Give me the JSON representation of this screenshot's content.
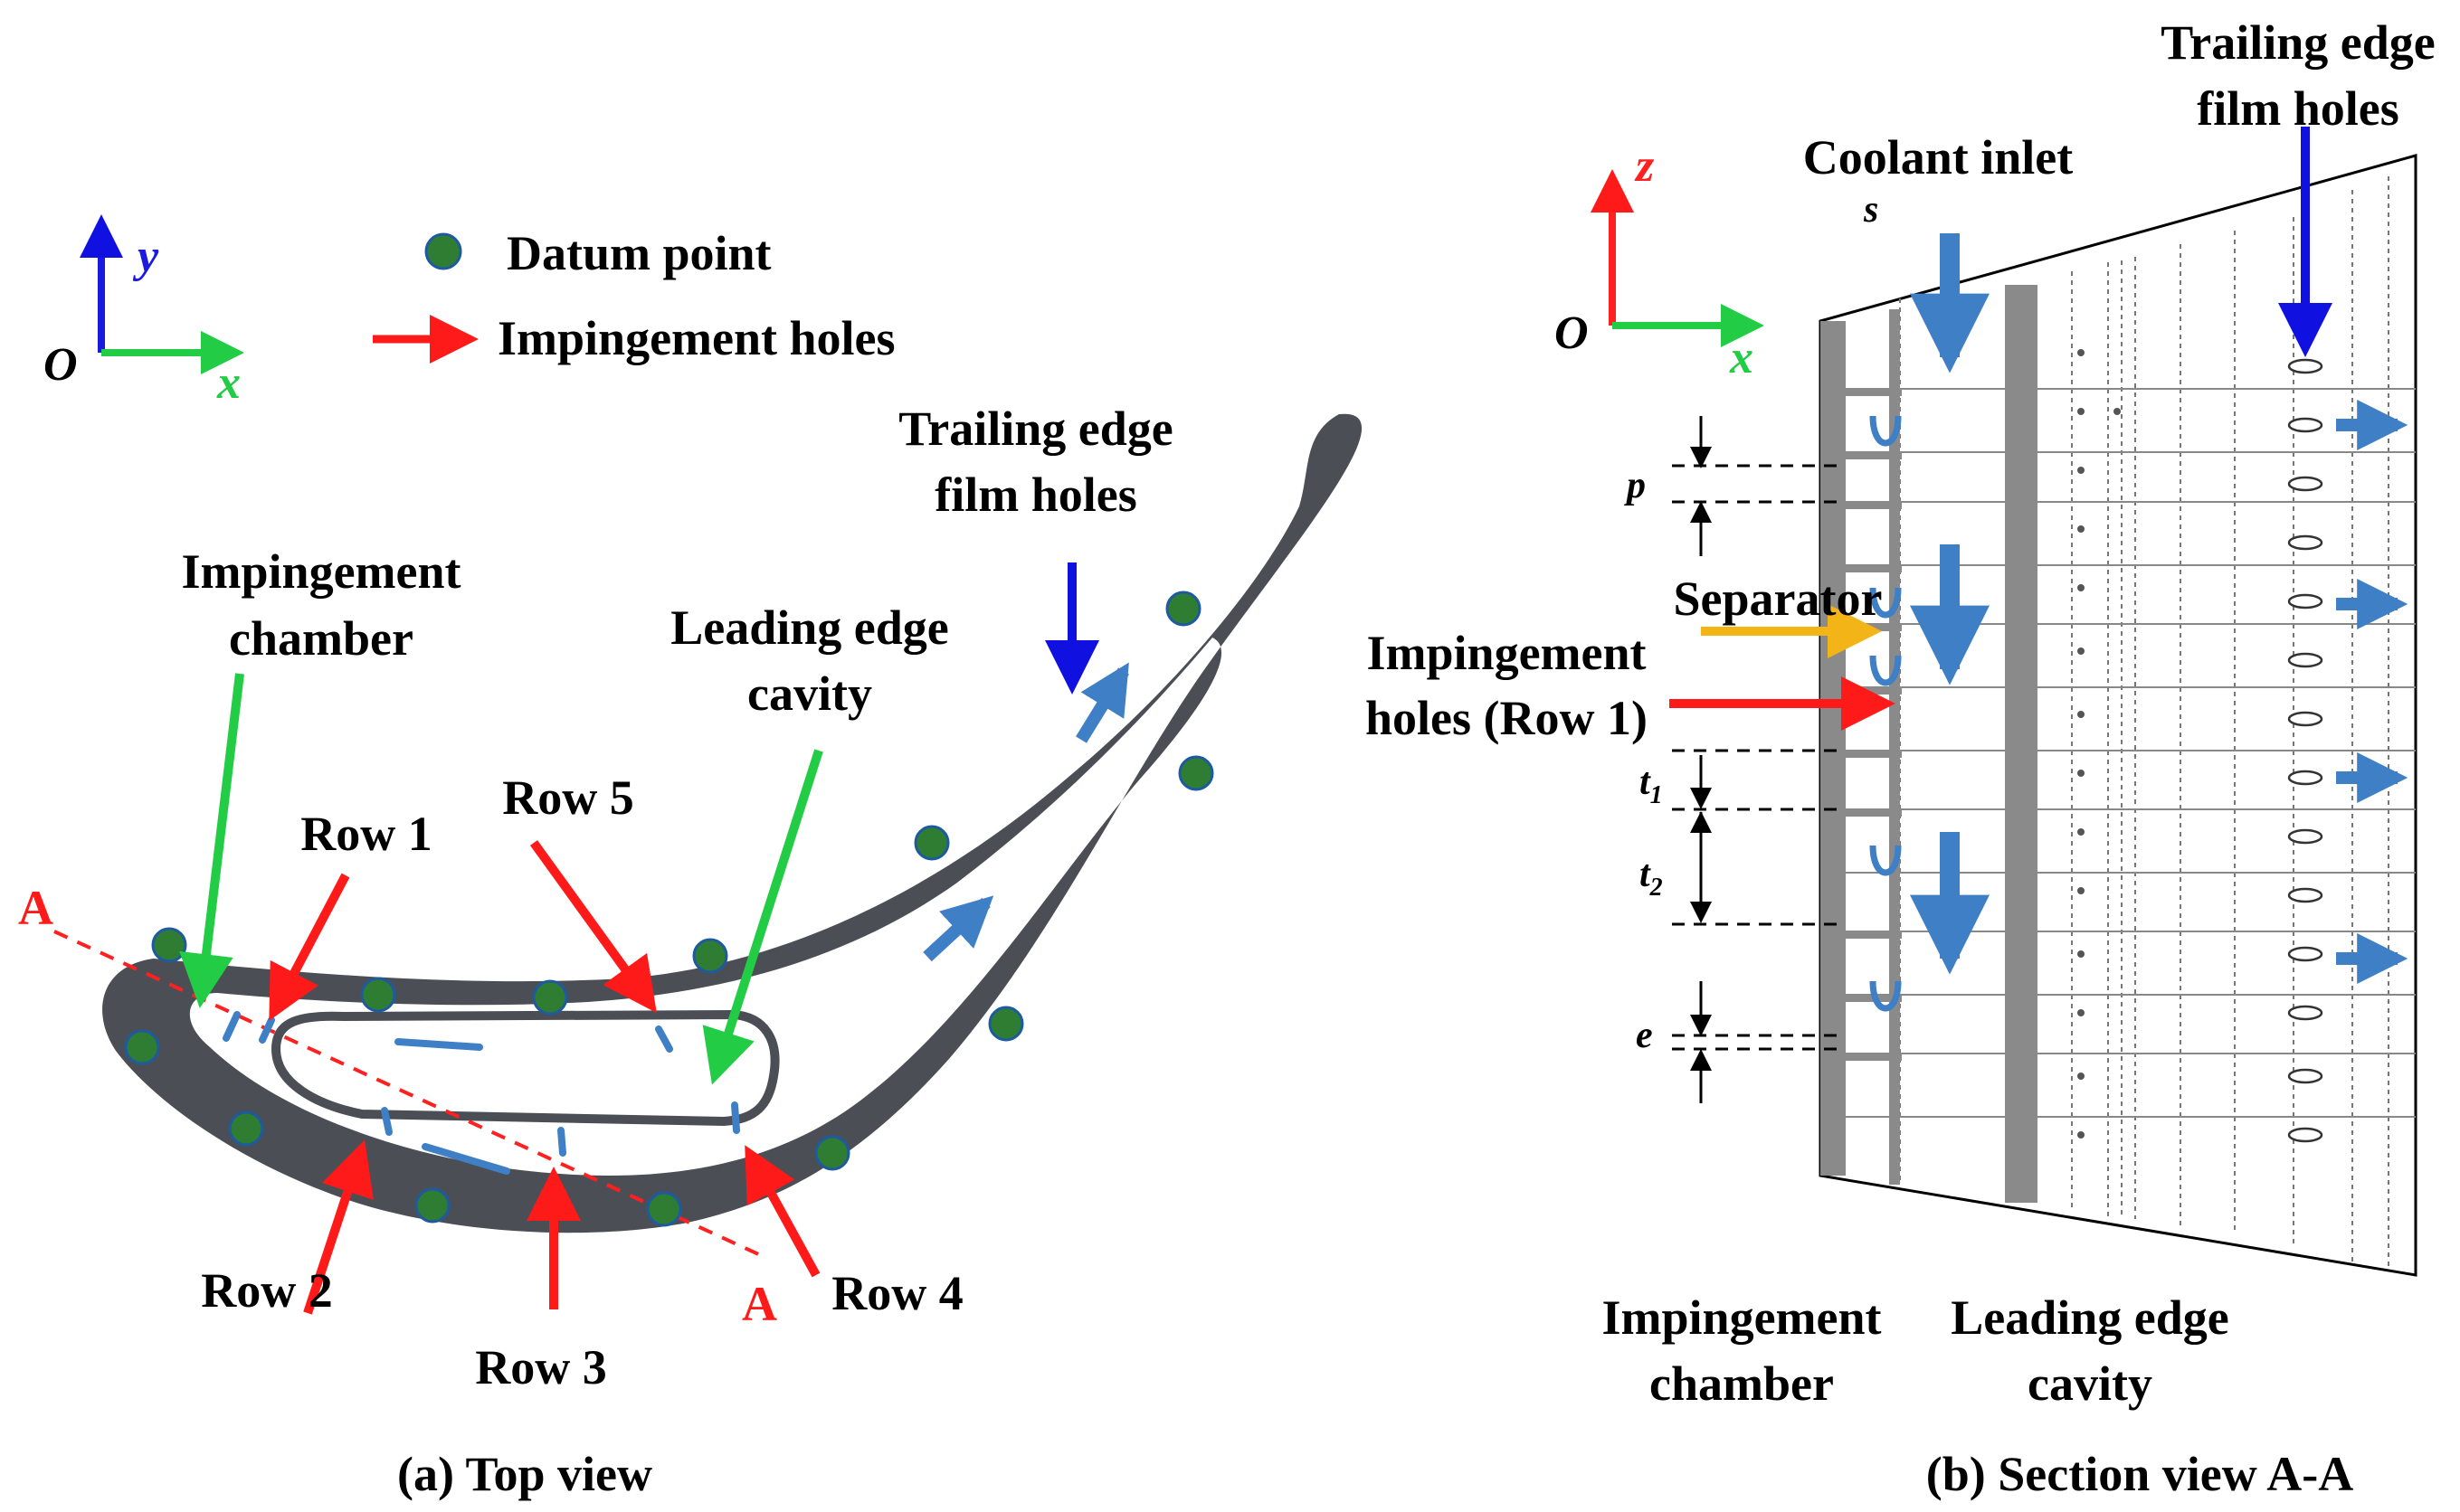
{
  "colors": {
    "wall": "#4b4e55",
    "datum": "#2e7d32",
    "impingement_arrow": "#ff1a1a",
    "pointer_green": "#22cc44",
    "trailing_arrow": "#1010e0",
    "coolant": "#3f7fc6",
    "separator_arrow": "#f2b416",
    "axis_x": "#22cc44",
    "axis_y": "#1a1ae0",
    "axis_z": "#ff2020"
  },
  "top_view": {
    "caption": "(a) Top view",
    "axes": {
      "x": "x",
      "y": "y",
      "origin": "O"
    },
    "legend": {
      "datum_point": "Datum point",
      "impingement_holes": "Impingement holes"
    },
    "labels": {
      "trailing_edge_line1": "Trailing edge",
      "trailing_edge_line2": "film holes",
      "impingement_chamber_line1": "Impingement",
      "impingement_chamber_line2": "chamber",
      "leading_edge_line1": "Leading edge",
      "leading_edge_line2": "cavity",
      "row1": "Row 1",
      "row2": "Row 2",
      "row3": "Row 3",
      "row4": "Row 4",
      "row5": "Row 5",
      "section_a_top": "A",
      "section_a_bottom": "A"
    }
  },
  "section_view": {
    "caption": "(b) Section view A-A",
    "axes": {
      "x": "x",
      "z": "z",
      "origin": "O"
    },
    "labels": {
      "trailing_edge_line1": "Trailing edge",
      "trailing_edge_line2": "film holes",
      "coolant_inlet": "Coolant inlet",
      "coolant_inlet_sub": "s",
      "separator": "Separator",
      "impingement_holes_line1": "Impingement",
      "impingement_holes_line2": "holes (Row 1)",
      "dim_p": "p",
      "dim_t1": "t",
      "dim_t1_sub": "1",
      "dim_t2": "t",
      "dim_t2_sub": "2",
      "dim_e": "e",
      "impingement_chamber_line1": "Impingement",
      "impingement_chamber_line2": "chamber",
      "leading_edge_line1": "Leading edge",
      "leading_edge_line2": "cavity"
    }
  }
}
